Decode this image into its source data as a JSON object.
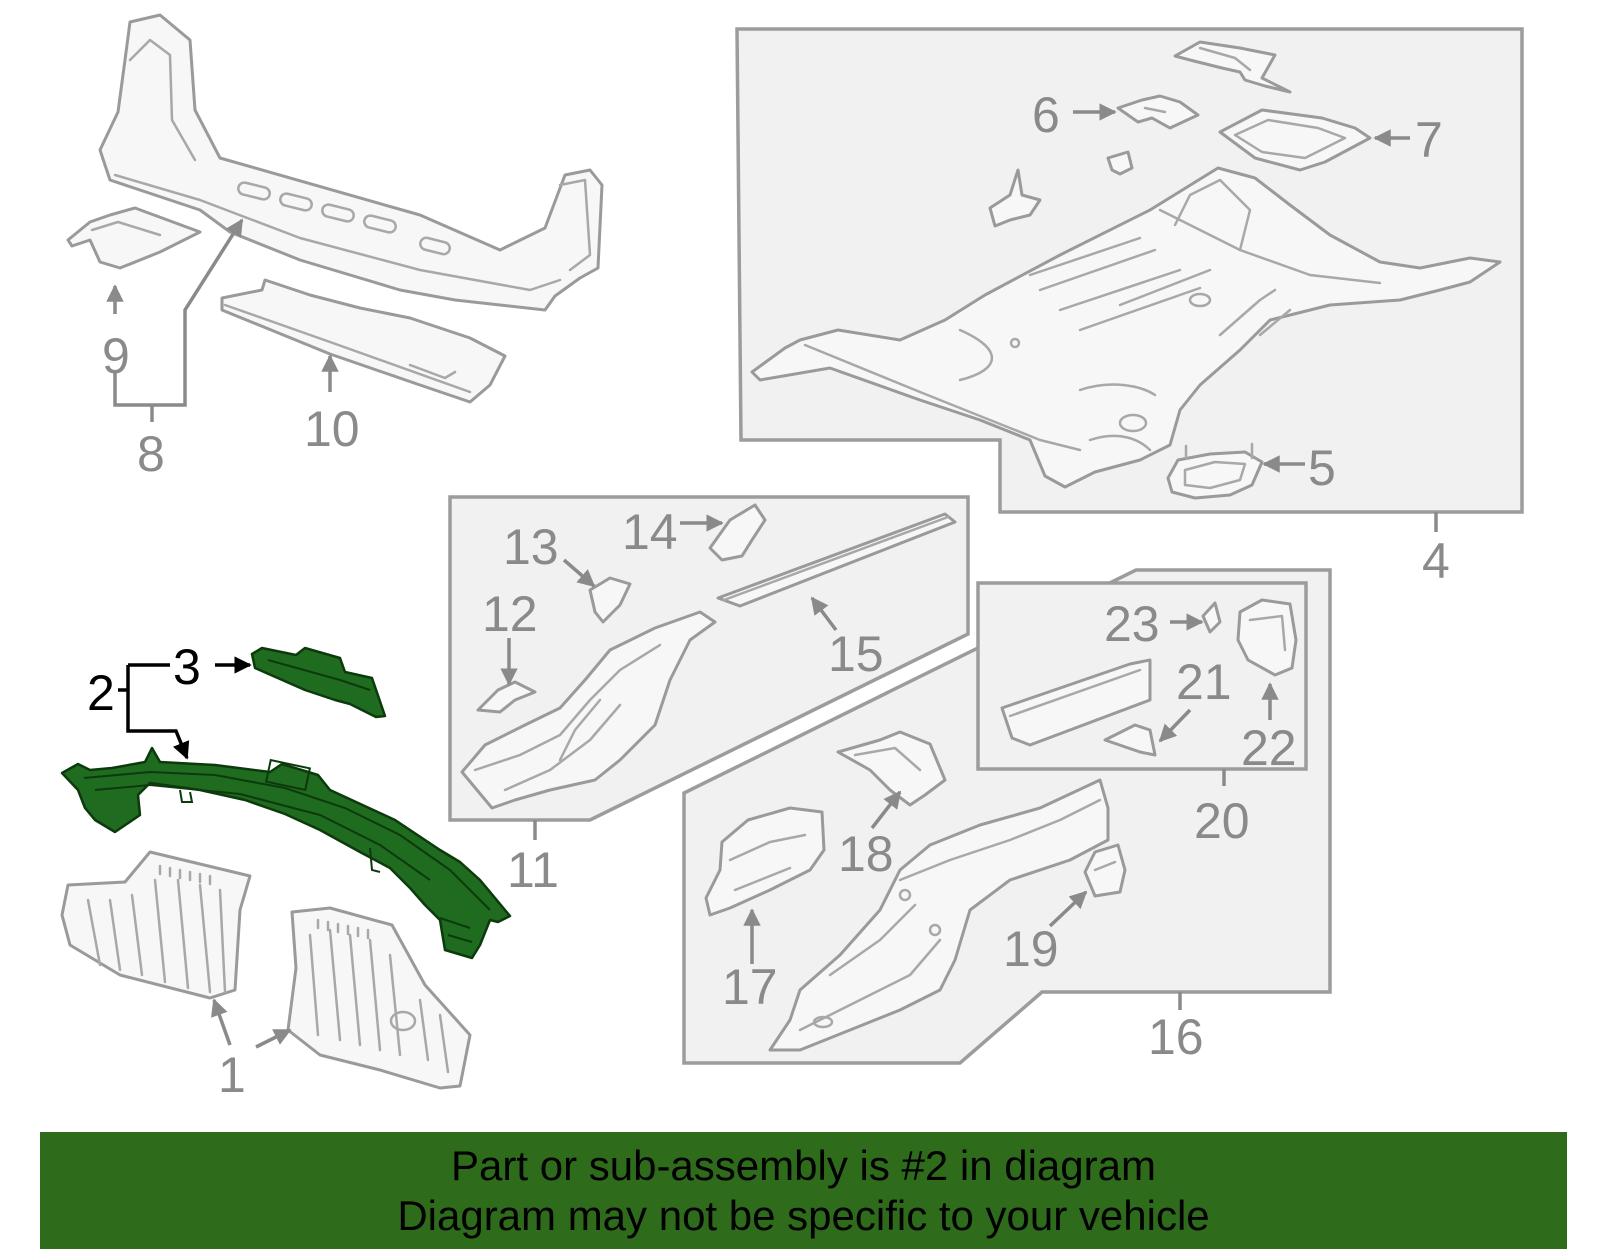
{
  "callouts": {
    "c1": "1",
    "c2": "2",
    "c3": "3",
    "c4": "4",
    "c5": "5",
    "c6": "6",
    "c7": "7",
    "c8": "8",
    "c9": "9",
    "c10": "10",
    "c11": "11",
    "c12": "12",
    "c13": "13",
    "c14": "14",
    "c15": "15",
    "c16": "16",
    "c17": "17",
    "c18": "18",
    "c19": "19",
    "c20": "20",
    "c21": "21",
    "c22": "22",
    "c23": "23"
  },
  "highlighted_part": "2",
  "colors": {
    "highlight_part": "#1f6b1f",
    "banner": "#2e6b1b",
    "line_art": "#9a9a9a"
  },
  "banner": {
    "line1": "Part or sub-assembly is #2 in diagram",
    "line2": "Diagram may not be specific to your vehicle"
  }
}
